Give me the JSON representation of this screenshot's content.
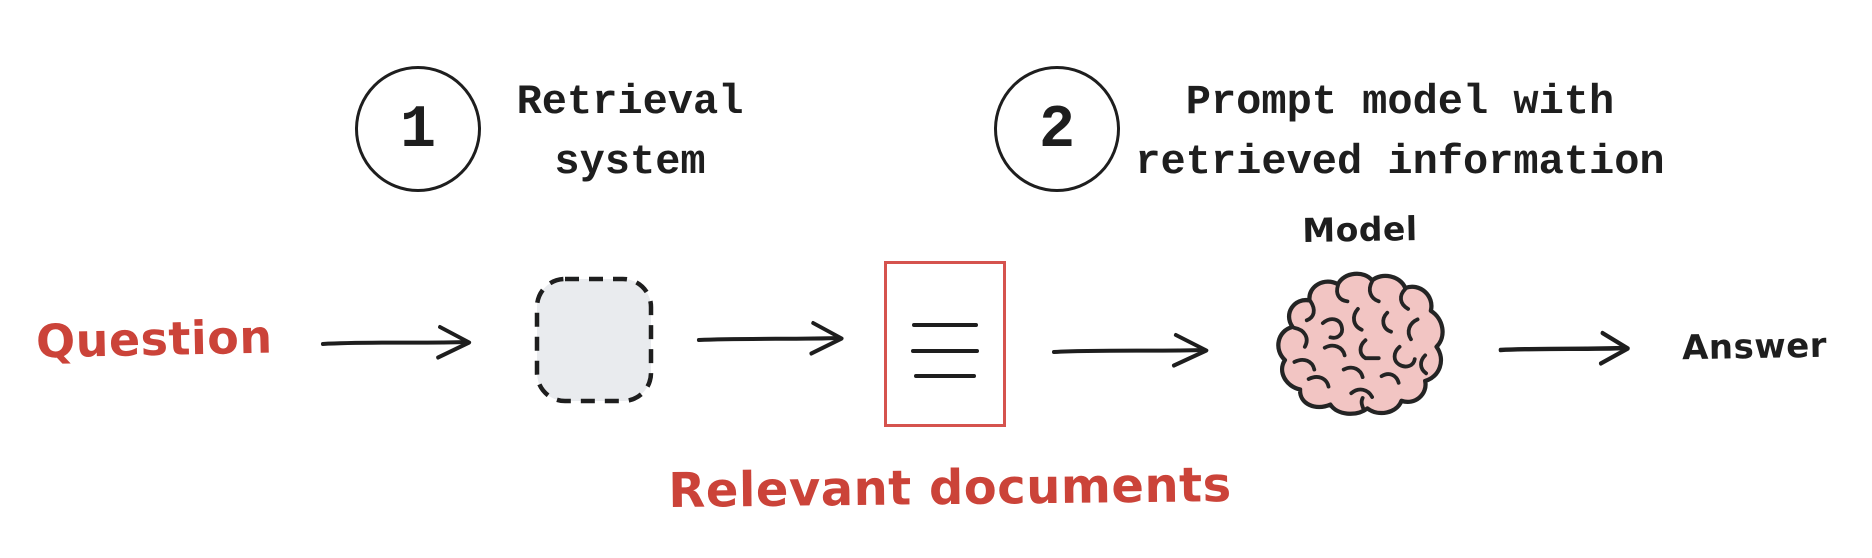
{
  "steps": [
    {
      "number": "1",
      "label": "Retrieval\nsystem"
    },
    {
      "number": "2",
      "label": "Prompt model with\nretrieved information"
    }
  ],
  "labels": {
    "question": "Question",
    "relevant_documents": "Relevant documents",
    "model": "Model",
    "answer": "Answer"
  },
  "icons": {
    "retrieval_box": "dashed-rounded-rectangle-icon",
    "document": "document-lines-icon",
    "brain": "brain-icon",
    "arrows": "arrow-right-icon"
  },
  "colors": {
    "ink_black": "#1e1e1e",
    "accent_red": "#cb4339",
    "document_border_red": "#d5534e",
    "retrieval_box_fill": "#e9ebee",
    "brain_fill": "#f2c5c3",
    "background": "#ffffff"
  }
}
